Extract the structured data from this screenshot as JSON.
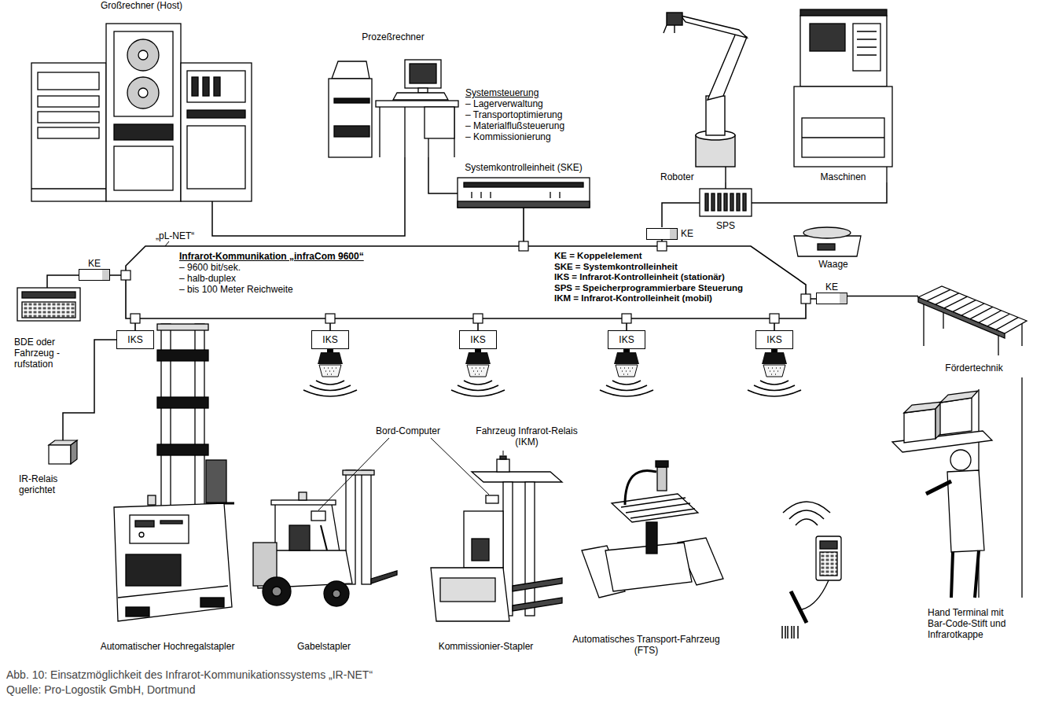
{
  "diagram": {
    "caption": "Abb. 10: Einsatzmöglichkeit des Infrarot-Kommunikationssystems „IR-NET“",
    "nodes": [
      {
        "text": [
          "Großrechner (Host)"
        ]
      },
      {
        "text": [
          "Prozeßrechner"
        ]
      },
      {
        "text": [
          "Roboter"
        ]
      },
      {
        "text": [
          "Maschinen"
        ]
      },
      {
        "text": [
          "Systemkontrolleinheit (SKE)"
        ]
      },
      {
        "text": [
          "SPS"
        ]
      },
      {
        "text": [
          "KE"
        ]
      },
      {
        "text": [
          "KE"
        ]
      },
      {
        "text": [
          "KE"
        ]
      },
      {
        "text": [
          "BDE oder Fahrzeug - rufstation"
        ]
      },
      {
        "text": [
          "IKS"
        ]
      },
      {
        "text": [
          "IKS"
        ]
      },
      {
        "text": [
          "IKS"
        ]
      },
      {
        "text": [
          "IKS"
        ]
      },
      {
        "text": [
          "IKS"
        ]
      },
      {
        "text": [
          "Fördertechnik"
        ]
      },
      {
        "text": [
          "IR-Relais gerichtet"
        ]
      }
    ],
    "edges": [
      {
        "from": 0,
        "to": 1,
        "arrow": "none"
      },
      {
        "from": 1,
        "to": 4,
        "arrow": "none"
      },
      {
        "from": 2,
        "to": 5,
        "arrow": "none"
      },
      {
        "from": 3,
        "to": 5,
        "arrow": "none"
      },
      {
        "from": 5,
        "to": 6,
        "arrow": "none"
      },
      {
        "from": 7,
        "to": 9,
        "arrow": "none"
      },
      {
        "from": 8,
        "to": 15,
        "arrow": "none"
      },
      {
        "from": 10,
        "to": 16,
        "arrow": "none"
      }
    ],
    "labels": [
      "Systemsteuerung",
      "– Lagerverwaltung",
      "– Transportoptimierung",
      "– Materialflußsteuerung",
      "– Kommissionierung",
      "„pL-NET“",
      "Infrarot-Kommunikation „infraCom 9600“",
      "– 9600 bit/sek.",
      "– halb-duplex",
      "– bis 100 Meter Reichweite",
      "KE = Koppelelement",
      "SKE = Systemkontrolleinheit",
      "IKS = Infrarot-Kontrolleinheit (stationär)",
      "SPS = Speicherprogrammierbare Steuerung",
      "IKM = Infrarot-Kontrolleinheit (mobil)",
      "Waage",
      "Bord-Computer",
      "Fahrzeug Infrarot-Relais (IKM)",
      "Automatischer Hochregalstapler",
      "Gabelstapler",
      "Kommissionier-Stapler",
      "Automatisches Transport-Fahrzeug (FTS)",
      "Hand Terminal mit Bar-Code-Stift und Infrarotkappe",
      "Quelle: Pro-Logostik GmbH, Dortmund"
    ]
  }
}
